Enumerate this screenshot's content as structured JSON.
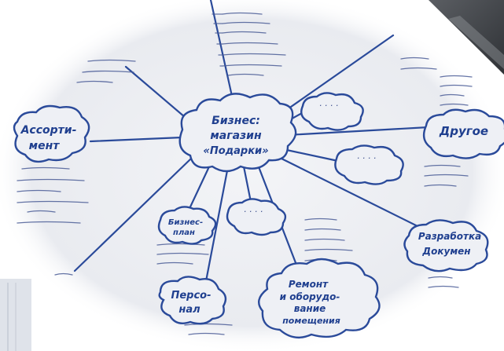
{
  "mind_map": {
    "center": {
      "lines": [
        "Бизнес:",
        "магазин",
        "«Подарки»"
      ]
    },
    "branches": {
      "assortment": {
        "lines": [
          "Ассорти-",
          "мент"
        ]
      },
      "other": {
        "label": "Другое"
      },
      "docs": {
        "lines": [
          "Разработка",
          "Докумен"
        ]
      },
      "repair": {
        "lines": [
          "Ремонт",
          "и оборудо-",
          "вание",
          "помещения"
        ]
      },
      "staff": {
        "lines": [
          "Персо-",
          "нал"
        ]
      },
      "bizplan": {
        "lines": [
          "Бизнес-",
          "план"
        ]
      },
      "empty_label": "· · · ·"
    }
  },
  "colors": {
    "ink": "#1f3f8f",
    "paper": "#eef0f4",
    "laptop": "#4a4d52"
  }
}
